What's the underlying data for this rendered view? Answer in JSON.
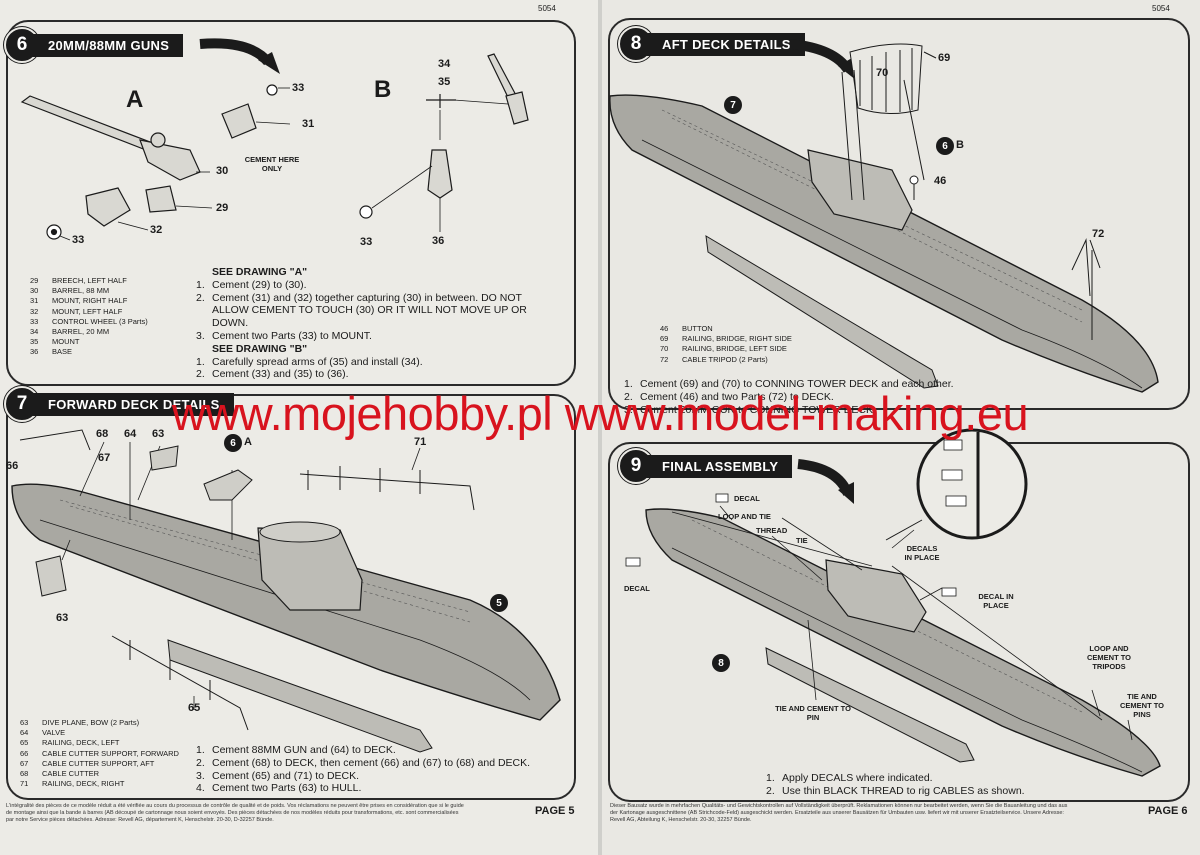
{
  "left": {
    "catalog_no": "5054",
    "page_label": "PAGE 5",
    "footer": "L'intégralité des pièces de ce modèle réduit a été vérifiée au cours du processus de contrôle de qualité et de poids. Vos réclamations ne peuvent être prises en considération que si le guide de montage ainsi que la bande à barres (AB découpé de cartonnage nous soient envoyés. Des pièces détachées de nos modèles réduits pour transformations, etc. sont commercialisées par notre Service pièces détachées. Adresse: Revell AG, département K, Henschelstr. 20-30, D-32257 Bünde.",
    "step6": {
      "num": "6",
      "title": "20MM/88MM GUNS",
      "drawing_a": "A",
      "drawing_b": "B",
      "cement_note": "CEMENT HERE ONLY",
      "callouts_a": [
        "33",
        "31",
        "30",
        "29",
        "32",
        "33"
      ],
      "callouts_b": [
        "34",
        "35",
        "33",
        "36"
      ],
      "parts": [
        {
          "n": "29",
          "name": "BREECH, LEFT HALF"
        },
        {
          "n": "30",
          "name": "BARREL, 88 MM"
        },
        {
          "n": "31",
          "name": "MOUNT, RIGHT HALF"
        },
        {
          "n": "32",
          "name": "MOUNT, LEFT HALF"
        },
        {
          "n": "33",
          "name": "CONTROL WHEEL (3 Parts)"
        },
        {
          "n": "34",
          "name": "BARREL, 20 MM"
        },
        {
          "n": "35",
          "name": "MOUNT"
        },
        {
          "n": "36",
          "name": "BASE"
        }
      ],
      "see_a": "SEE DRAWING \"A\"",
      "see_b": "SEE DRAWING \"B\"",
      "instructions_a": [
        {
          "n": "1.",
          "text": "Cement (29) to (30)."
        },
        {
          "n": "2.",
          "text": "Cement (31) and (32) together capturing (30) in between. DO NOT ALLOW CEMENT TO TOUCH (30) OR IT WILL NOT MOVE UP OR DOWN."
        },
        {
          "n": "3.",
          "text": "Cement two Parts (33) to MOUNT."
        }
      ],
      "instructions_b": [
        {
          "n": "1.",
          "text": "Carefully spread arms of (35) and install (34)."
        },
        {
          "n": "2.",
          "text": "Cement (33) and (35) to (36)."
        }
      ]
    },
    "step7": {
      "num": "7",
      "title": "FORWARD DECK DETAILS",
      "ref": "6",
      "ref_suffix": "A",
      "hull_ref": "5",
      "callouts": [
        "68",
        "64",
        "63",
        "66",
        "67",
        "71",
        "63",
        "65"
      ],
      "parts": [
        {
          "n": "63",
          "name": "DIVE PLANE, BOW (2 Parts)"
        },
        {
          "n": "64",
          "name": "VALVE"
        },
        {
          "n": "65",
          "name": "RAILING, DECK, LEFT"
        },
        {
          "n": "66",
          "name": "CABLE CUTTER SUPPORT, FORWARD"
        },
        {
          "n": "67",
          "name": "CABLE CUTTER SUPPORT, AFT"
        },
        {
          "n": "68",
          "name": "CABLE CUTTER"
        },
        {
          "n": "71",
          "name": "RAILING, DECK, RIGHT"
        }
      ],
      "instructions": [
        {
          "n": "1.",
          "text": "Cement 88MM GUN and (64) to DECK."
        },
        {
          "n": "2.",
          "text": "Cement (68) to DECK, then cement (66) and (67) to (68) and DECK."
        },
        {
          "n": "3.",
          "text": "Cement (65) and (71) to DECK."
        },
        {
          "n": "4.",
          "text": "Cement two Parts (63) to HULL."
        }
      ]
    }
  },
  "right": {
    "catalog_no": "5054",
    "page_label": "PAGE 6",
    "footer": "Dieser Bausatz wurde in mehrfachen Qualitäts- und Gewichtskontrollen auf Vollständigkeit überprüft. Reklamationen können nur bearbeitet werden, wenn Sie die Bauanleitung und das aus der Kartonage ausgeschnittene (AB Strichcode-Feld) ausgeschickt werden. Ersatzteile aus unserer Bausätzen für Umbauten usw. liefert wir mit unserer Ersatzteilservice. Unsere Adresse: Revell AG, Abteilung K, Henschelstr. 20-30, 32257 Bünde.",
    "step8": {
      "num": "8",
      "title": "AFT DECK DETAILS",
      "hull_ref": "7",
      "ref": "6",
      "ref_suffix": "B",
      "callouts": [
        "70",
        "69",
        "46",
        "72"
      ],
      "parts": [
        {
          "n": "46",
          "name": "BUTTON"
        },
        {
          "n": "69",
          "name": "RAILING, BRIDGE, RIGHT SIDE"
        },
        {
          "n": "70",
          "name": "RAILING, BRIDGE, LEFT SIDE"
        },
        {
          "n": "72",
          "name": "CABLE TRIPOD (2 Parts)"
        }
      ],
      "instructions": [
        {
          "n": "1.",
          "text": "Cement (69) and (70) to CONNING TOWER DECK and each other."
        },
        {
          "n": "2.",
          "text": "Cement (46) and two Parts (72) to DECK."
        },
        {
          "n": "3.",
          "text": "Cement 20MM GUN to CONNING TOWER DECK."
        }
      ]
    },
    "step9": {
      "num": "9",
      "title": "FINAL ASSEMBLY",
      "hull_ref": "8",
      "labels": {
        "decal_top": "DECAL",
        "decal_left": "DECAL",
        "loop_tie": "LOOP AND TIE",
        "thread": "THREAD",
        "tie": "TIE",
        "decals_in_place": "DECALS IN PLACE",
        "decal_in_place": "DECAL IN PLACE",
        "loop_cement": "LOOP AND CEMENT TO TRIPODS",
        "tie_cement_pins": "TIE AND CEMENT TO PINS",
        "tie_cement_pin": "TIE AND CEMENT TO PIN"
      },
      "instructions": [
        {
          "n": "1.",
          "text": "Apply DECALS where indicated."
        },
        {
          "n": "2.",
          "text": "Use thin BLACK THREAD to rig CABLES as shown."
        }
      ]
    }
  },
  "watermark": "www.mojehobby.pl www.model-making.eu"
}
